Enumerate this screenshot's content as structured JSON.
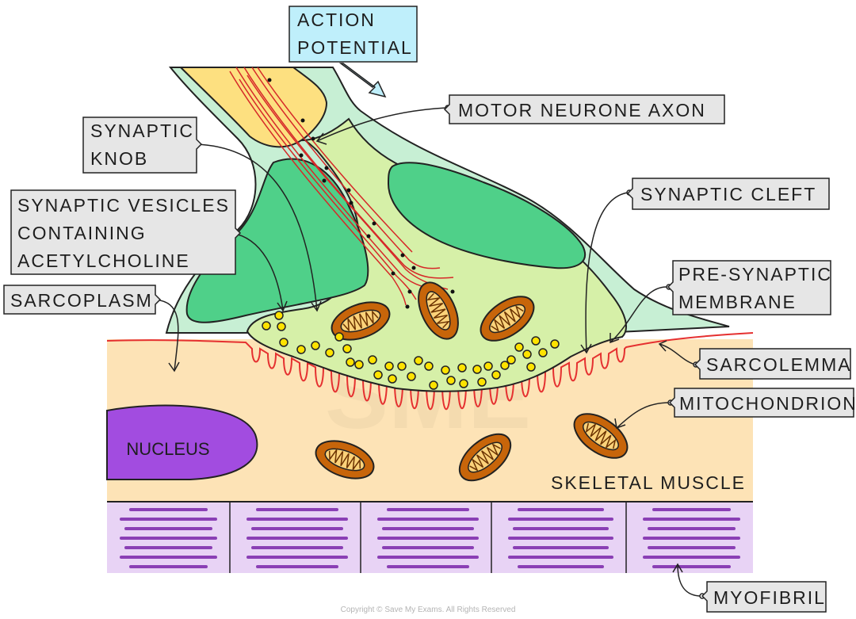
{
  "labels": {
    "action_potential": [
      "ACTION",
      "POTENTIAL"
    ],
    "motor_neurone_axon": "MOTOR NEURONE AXON",
    "synaptic_knob": [
      "SYNAPTIC",
      "KNOB"
    ],
    "synaptic_vesicles": [
      "SYNAPTIC VESICLES",
      "CONTAINING",
      "ACETYLCHOLINE"
    ],
    "sarcoplasm": "SARCOPLASM",
    "synaptic_cleft": "SYNAPTIC CLEFT",
    "pre_synaptic_membrane": [
      "PRE-SYNAPTIC",
      "MEMBRANE"
    ],
    "sarcolemma": "SARCOLEMMA",
    "mitochondrion": "MITOCHONDRION",
    "skeletal_muscle": "SKELETAL MUSCLE",
    "myofibril": "MYOFIBRIL",
    "nucleus": "NUCLEUS"
  },
  "copyright": "Copyright © Save My Exams. All Rights Reserved",
  "colors": {
    "sarcoplasm": "#fde3b6",
    "myofibril_band": "#e8d3f5",
    "myofibril_lines": "#8a3fb5",
    "nucleus": "#a24ce0",
    "axon_sheath": "#c7efd4",
    "knob_cytoplasm": "#d6f0a8",
    "schwann_cell": "#4fd089",
    "axon_core": "#fde080",
    "vesicles": "#ffe200",
    "mitochondrion": "#c7650a",
    "mitochondrion_cristae": "#fbd27a",
    "sarcolemma": "#e53030",
    "label_box": "#e6e6e6",
    "action_potential_box": "#bfeffb"
  }
}
